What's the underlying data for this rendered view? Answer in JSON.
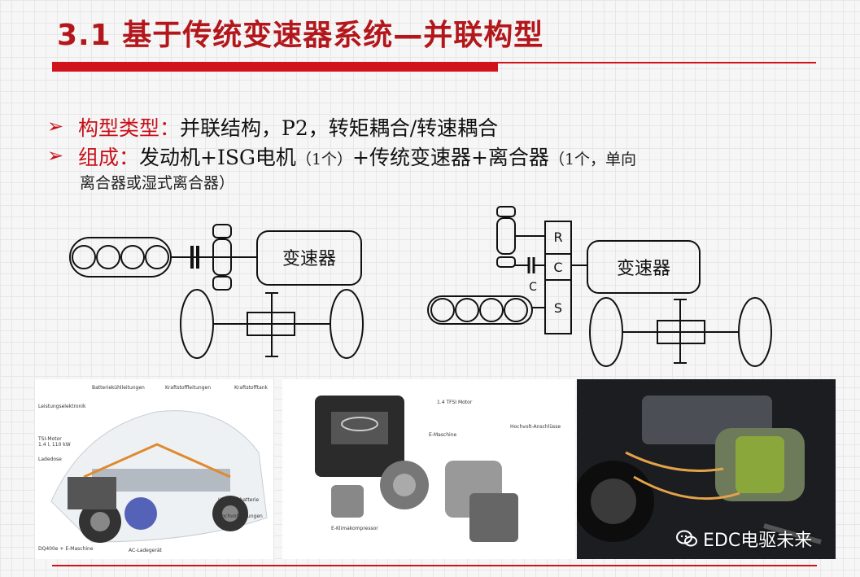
{
  "slide": {
    "title": "3.1 基于传统变速器系统—并联构型",
    "bullets": [
      {
        "marker": "➢",
        "label": "构型类型：",
        "text": "并联结构，P2，转矩耦合/转速耦合"
      },
      {
        "marker": "➢",
        "label": "组成：",
        "text": "发动机+ISG电机",
        "note1": "（1个）",
        "text2": "+传统变速器+离合器",
        "note2": "（1个，单向",
        "note3": "离合器或湿式离合器）"
      }
    ]
  },
  "diagram_left": {
    "box_label": "变速器"
  },
  "diagram_right": {
    "box_label": "变速器",
    "stack_labels": [
      "R",
      "C",
      "S"
    ],
    "clutch_label": "C"
  },
  "photos": {
    "photo1_labels": [
      "Batteriekühlleitungen",
      "Kraftstoffleitungen",
      "Kraftstofftank",
      "Leistungselektronik",
      "TSI-Motor 1.4 l, 110 kW",
      "Ladedose",
      "Hochvoltbatterie",
      "Hochvoltleitungen",
      "DQ400e + E-Maschine",
      "AC-Ladegerät"
    ],
    "photo2_labels": [
      "1.4 TFSI Motor",
      "E-Maschine",
      "Hochvolt-Anschlüsse",
      "E-Klimakompressor"
    ],
    "watermark": "EDC电驱未来"
  },
  "colors": {
    "accent": "#c8101a",
    "title": "#b3161b"
  }
}
